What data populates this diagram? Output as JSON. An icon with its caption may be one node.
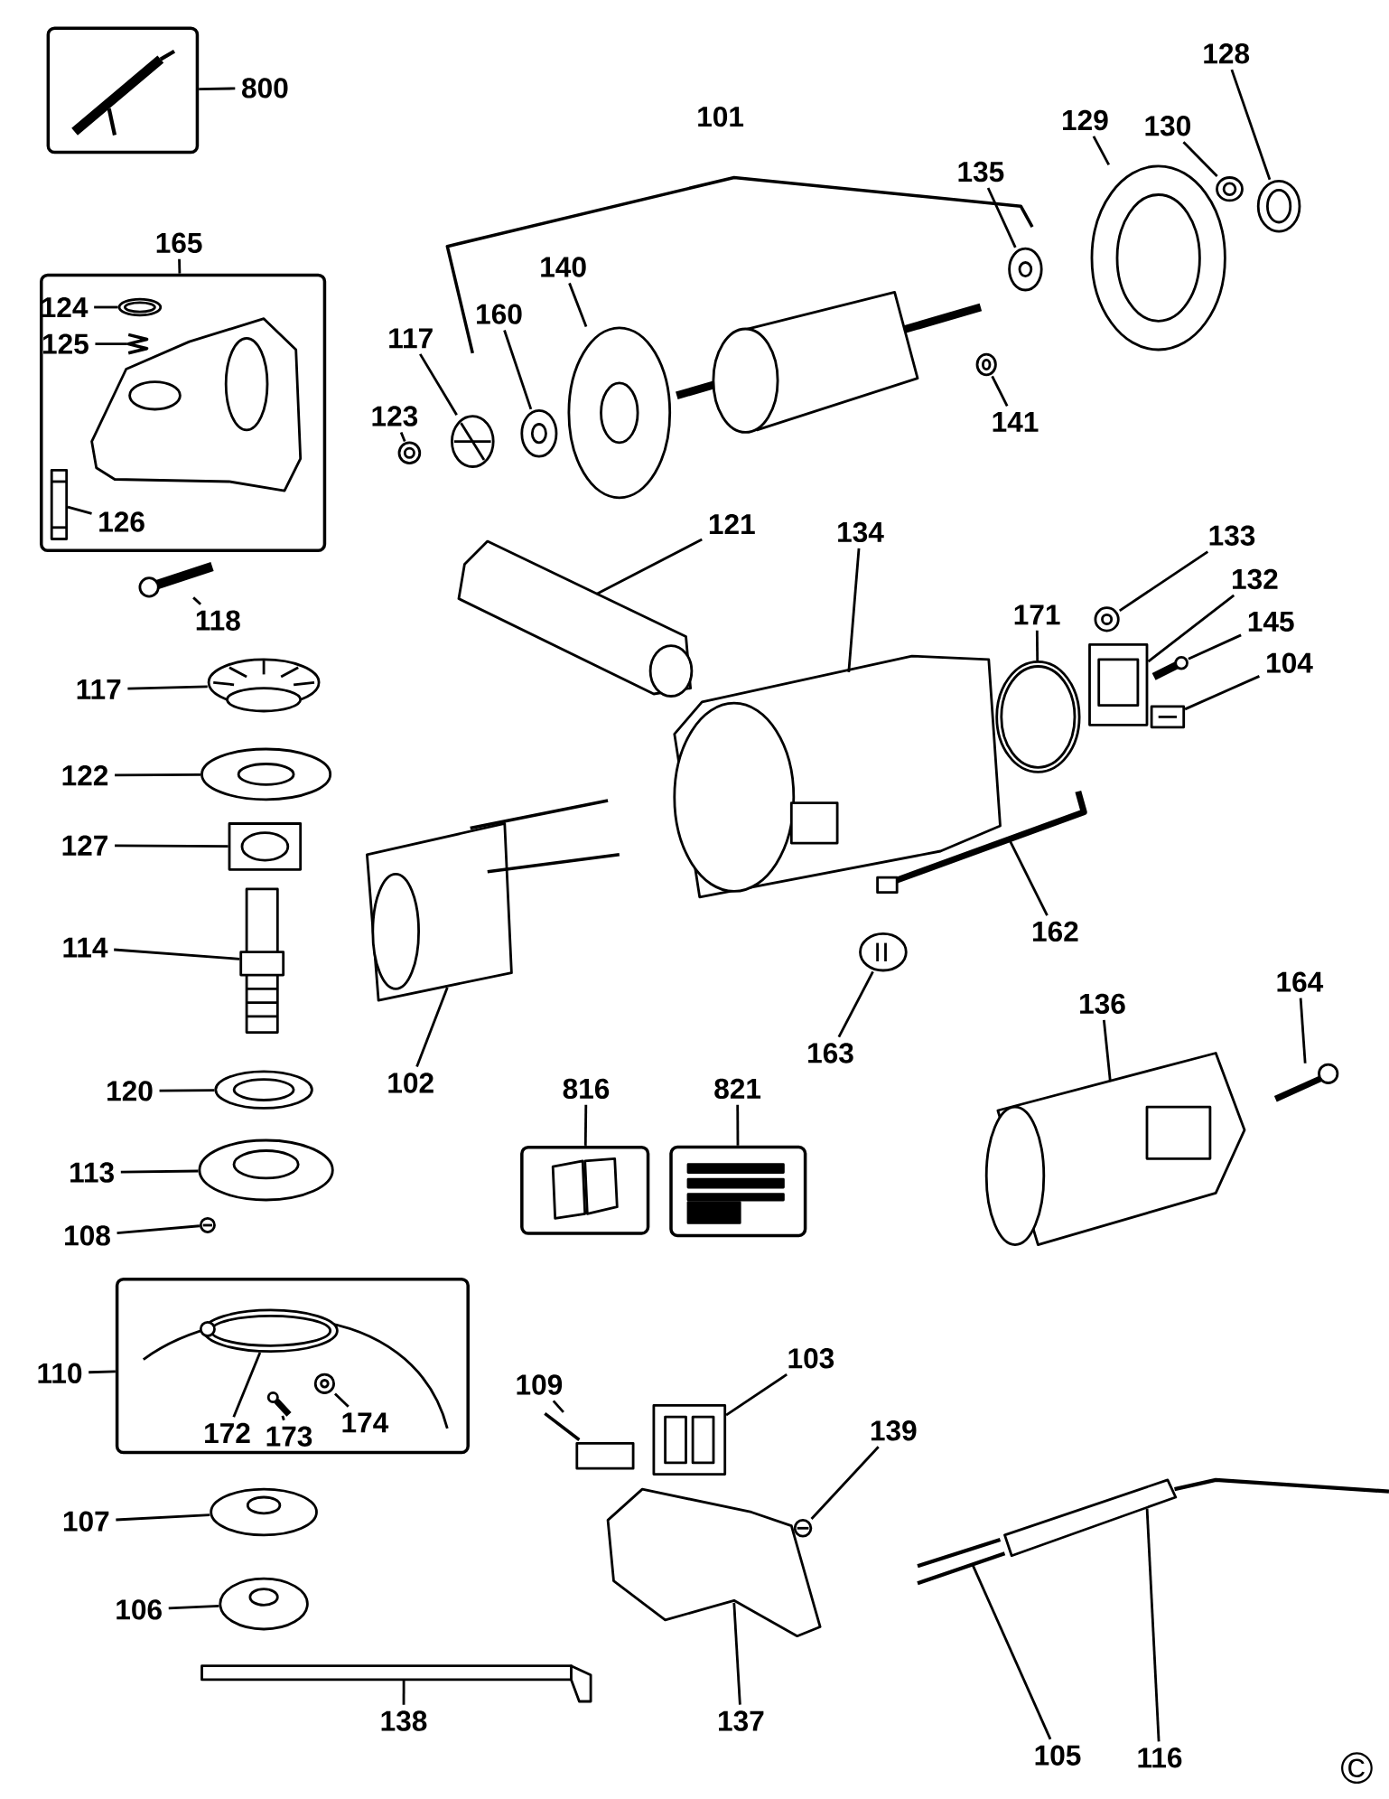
{
  "diagram": {
    "nodes": [
      {
        "text": [],
        "shape": "box"
      },
      {
        "text": [
          "800"
        ]
      },
      {
        "text": [
          "128"
        ]
      },
      {
        "text": [
          "129"
        ]
      },
      {
        "text": [
          "130"
        ]
      },
      {
        "text": [
          "135"
        ]
      },
      {
        "text": [
          "140"
        ]
      },
      {
        "text": [
          "160"
        ]
      },
      {
        "text": [
          "117"
        ]
      },
      {
        "text": [
          "123"
        ]
      },
      {
        "text": [
          "141"
        ]
      },
      {
        "text": [
          "165"
        ]
      },
      {
        "text": [],
        "shape": "box"
      },
      {
        "text": [
          "124"
        ],
        "in": 12
      },
      {
        "text": [
          "125"
        ],
        "in": 12
      },
      {
        "text": [
          "126"
        ],
        "in": 12
      },
      {
        "text": [
          "118"
        ]
      },
      {
        "text": [
          "121"
        ]
      },
      {
        "text": [
          "134"
        ]
      },
      {
        "text": [
          "133"
        ]
      },
      {
        "text": [
          "132"
        ]
      },
      {
        "text": [
          "171"
        ]
      },
      {
        "text": [
          "145"
        ]
      },
      {
        "text": [
          "104"
        ]
      },
      {
        "text": [
          "117"
        ]
      },
      {
        "text": [
          "122"
        ]
      },
      {
        "text": [
          "127"
        ]
      },
      {
        "text": [
          "114"
        ]
      },
      {
        "text": [
          "102"
        ]
      },
      {
        "text": [
          "162"
        ]
      },
      {
        "text": [
          "163"
        ]
      },
      {
        "text": [
          "120"
        ]
      },
      {
        "text": [
          "113"
        ]
      },
      {
        "text": [
          "108"
        ]
      },
      {
        "text": [
          "816"
        ]
      },
      {
        "text": [
          "821"
        ]
      },
      {
        "text": [],
        "shape": "box"
      },
      {
        "text": [],
        "shape": "box"
      },
      {
        "text": [
          "164"
        ]
      },
      {
        "text": [
          "136"
        ]
      },
      {
        "text": [
          "110"
        ]
      },
      {
        "text": [],
        "shape": "box"
      },
      {
        "text": [
          "172"
        ],
        "in": 41
      },
      {
        "text": [
          "173"
        ],
        "in": 41
      },
      {
        "text": [
          "174"
        ],
        "in": 41
      },
      {
        "text": [
          "109"
        ]
      },
      {
        "text": [
          "103"
        ]
      },
      {
        "text": [
          "139"
        ]
      },
      {
        "text": [
          "107"
        ]
      },
      {
        "text": [
          "106"
        ]
      },
      {
        "text": [
          "138"
        ]
      },
      {
        "text": [
          "137"
        ]
      },
      {
        "text": [
          "105"
        ]
      },
      {
        "text": [
          "116"
        ]
      },
      {
        "text": [],
        "shape": "picture"
      },
      {
        "text": [],
        "shape": "picture"
      },
      {
        "text": [],
        "shape": "picture"
      },
      {
        "text": [],
        "shape": "picture"
      },
      {
        "text": [],
        "shape": "picture"
      },
      {
        "text": [],
        "shape": "picture"
      },
      {
        "text": [],
        "shape": "picture"
      },
      {
        "text": [],
        "shape": "picture"
      },
      {
        "text": [],
        "shape": "picture"
      },
      {
        "text": [],
        "shape": "picture",
        "in": 12
      },
      {
        "text": [],
        "shape": "picture",
        "in": 12
      },
      {
        "text": [],
        "shape": "picture",
        "in": 12
      },
      {
        "text": [],
        "shape": "picture"
      },
      {
        "text": [],
        "shape": "picture"
      },
      {
        "text": [],
        "shape": "picture"
      },
      {
        "text": [],
        "shape": "picture"
      },
      {
        "text": [],
        "shape": "picture"
      },
      {
        "text": [],
        "shape": "picture"
      },
      {
        "text": [],
        "shape": "picture"
      },
      {
        "text": [],
        "shape": "picture"
      },
      {
        "text": [],
        "shape": "picture"
      },
      {
        "text": [],
        "shape": "picture"
      },
      {
        "text": [],
        "shape": "picture"
      },
      {
        "text": [],
        "shape": "picture"
      },
      {
        "text": [],
        "shape": "picture"
      },
      {
        "text": [],
        "shape": "picture"
      },
      {
        "text": [],
        "shape": "picture"
      },
      {
        "text": [],
        "shape": "picture"
      },
      {
        "text": [],
        "shape": "picture"
      },
      {
        "text": [],
        "shape": "picture"
      },
      {
        "text": [],
        "shape": "picture"
      },
      {
        "text": [],
        "shape": "picture"
      },
      {
        "text": [],
        "shape": "picture",
        "in": 41
      },
      {
        "text": [],
        "shape": "picture",
        "in": 41
      },
      {
        "text": [],
        "shape": "picture",
        "in": 41
      },
      {
        "text": [],
        "shape": "picture"
      },
      {
        "text": [],
        "shape": "picture"
      },
      {
        "text": [],
        "shape": "picture"
      },
      {
        "text": [],
        "shape": "picture"
      },
      {
        "text": [],
        "shape": "picture"
      },
      {
        "text": [],
        "shape": "picture"
      },
      {
        "text": [],
        "shape": "picture"
      },
      {
        "text": [],
        "shape": "picture"
      },
      {
        "text": [],
        "shape": "picture"
      }
    ],
    "edges": [
      {
        "from": 1,
        "to": 0,
        "arrow": "none"
      },
      {
        "from": 2,
        "to": 54,
        "arrow": "none"
      },
      {
        "from": 3,
        "to": 55,
        "arrow": "none"
      },
      {
        "from": 4,
        "to": 56,
        "arrow": "none"
      },
      {
        "from": 5,
        "to": 57,
        "arrow": "none"
      },
      {
        "from": 6,
        "to": 58,
        "arrow": "none"
      },
      {
        "from": 7,
        "to": 59,
        "arrow": "none"
      },
      {
        "from": 8,
        "to": 60,
        "arrow": "none"
      },
      {
        "from": 9,
        "to": 61,
        "arrow": "none"
      },
      {
        "from": 10,
        "to": 62,
        "arrow": "none"
      },
      {
        "from": 11,
        "to": 12,
        "arrow": "none"
      },
      {
        "from": 13,
        "to": 63,
        "arrow": "none"
      },
      {
        "from": 14,
        "to": 64,
        "arrow": "none"
      },
      {
        "from": 15,
        "to": 65,
        "arrow": "none"
      },
      {
        "from": 16,
        "to": 66,
        "arrow": "none"
      },
      {
        "from": 17,
        "to": 67,
        "arrow": "none"
      },
      {
        "from": 18,
        "to": 68,
        "arrow": "none"
      },
      {
        "from": 19,
        "to": 69,
        "arrow": "none"
      },
      {
        "from": 20,
        "to": 70,
        "arrow": "none"
      },
      {
        "from": 21,
        "to": 71,
        "arrow": "none"
      },
      {
        "from": 22,
        "to": 72,
        "arrow": "none"
      },
      {
        "from": 23,
        "to": 73,
        "arrow": "none"
      },
      {
        "from": 24,
        "to": 74,
        "arrow": "none"
      },
      {
        "from": 25,
        "to": 75,
        "arrow": "none"
      },
      {
        "from": 26,
        "to": 76,
        "arrow": "none"
      },
      {
        "from": 27,
        "to": 77,
        "arrow": "none"
      },
      {
        "from": 28,
        "to": 78,
        "arrow": "none"
      },
      {
        "from": 29,
        "to": 79,
        "arrow": "none"
      },
      {
        "from": 30,
        "to": 80,
        "arrow": "none"
      },
      {
        "from": 31,
        "to": 81,
        "arrow": "none"
      },
      {
        "from": 32,
        "to": 82,
        "arrow": "none"
      },
      {
        "from": 33,
        "to": 83,
        "arrow": "none"
      },
      {
        "from": 34,
        "to": 36,
        "arrow": "none"
      },
      {
        "from": 35,
        "to": 37,
        "arrow": "none"
      },
      {
        "from": 38,
        "to": 84,
        "arrow": "none"
      },
      {
        "from": 39,
        "to": 85,
        "arrow": "none"
      },
      {
        "from": 40,
        "to": 41,
        "arrow": "none"
      },
      {
        "from": 42,
        "to": 86,
        "arrow": "none"
      },
      {
        "from": 43,
        "to": 87,
        "arrow": "none"
      },
      {
        "from": 44,
        "to": 88,
        "arrow": "none"
      },
      {
        "from": 45,
        "to": 89,
        "arrow": "none"
      },
      {
        "from": 46,
        "to": 90,
        "arrow": "none"
      },
      {
        "from": 47,
        "to": 91,
        "arrow": "none"
      },
      {
        "from": 48,
        "to": 92,
        "arrow": "none"
      },
      {
        "from": 49,
        "to": 93,
        "arrow": "none"
      },
      {
        "from": 50,
        "to": 94,
        "arrow": "none"
      },
      {
        "from": 51,
        "to": 95,
        "arrow": "none"
      },
      {
        "from": 52,
        "to": 96,
        "arrow": "none"
      },
      {
        "from": 53,
        "to": 97,
        "arrow": "none"
      }
    ],
    "labels": [
      "101",
      "©"
    ]
  }
}
